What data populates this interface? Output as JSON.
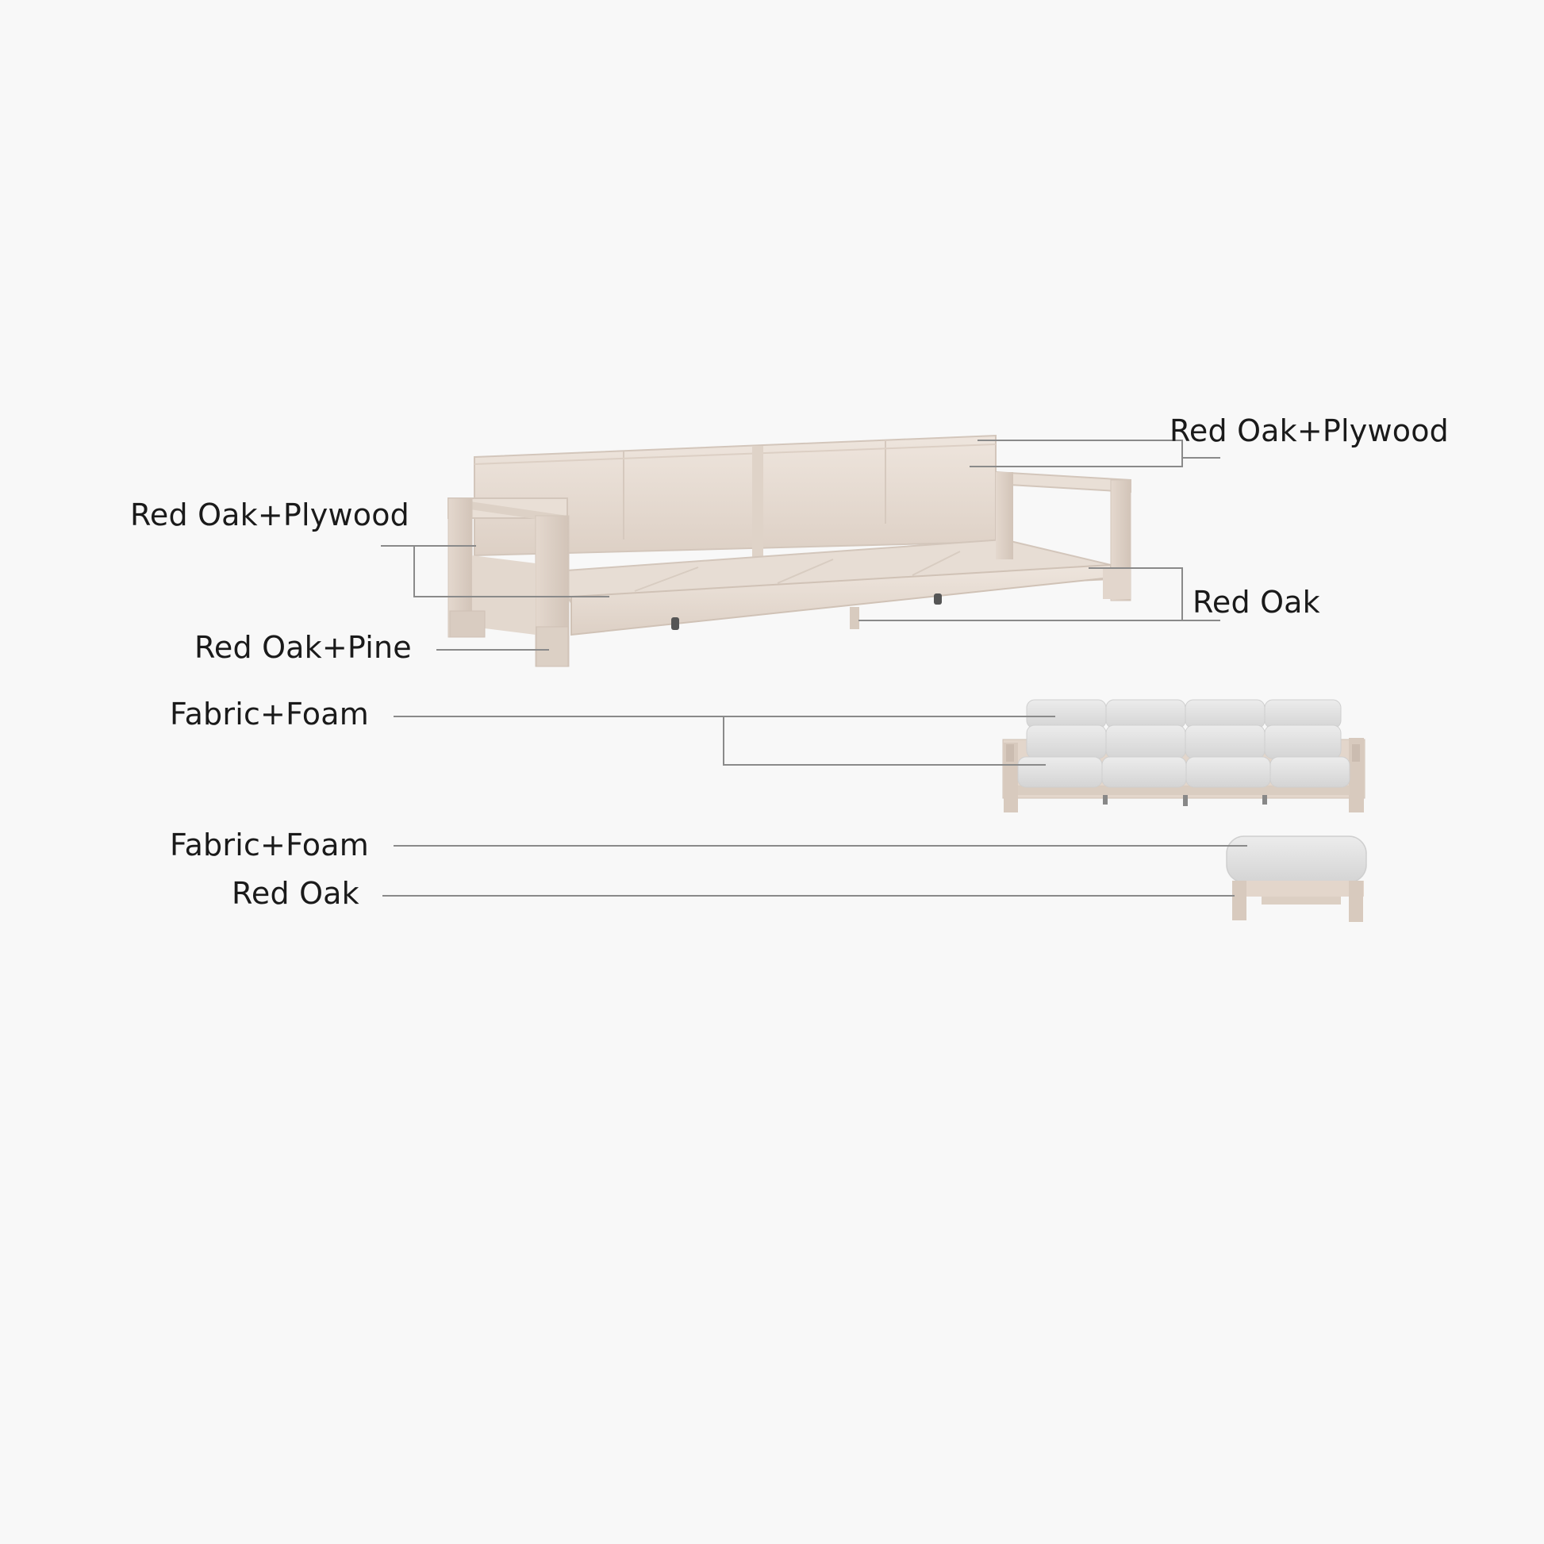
{
  "labels": {
    "back_frame": "Red Oak+Plywood",
    "arm_frame": "Red Oak+Plywood",
    "seat_rail": "Red Oak",
    "legs": "Red Oak+Pine",
    "sofa_cushions": "Fabric+Foam",
    "ottoman_cushion": "Fabric+Foam",
    "ottoman_base": "Red Oak"
  },
  "colors": {
    "background": "#f8f8f8",
    "wood_light": "#eadfd6",
    "wood_mid": "#ddd0c5",
    "wood_shadow": "#cbbcb0",
    "fabric_light": "#e7e7e7",
    "fabric_mid": "#d6d6d6",
    "leader_line": "#8a8a8a",
    "text": "#1a1a1a"
  }
}
